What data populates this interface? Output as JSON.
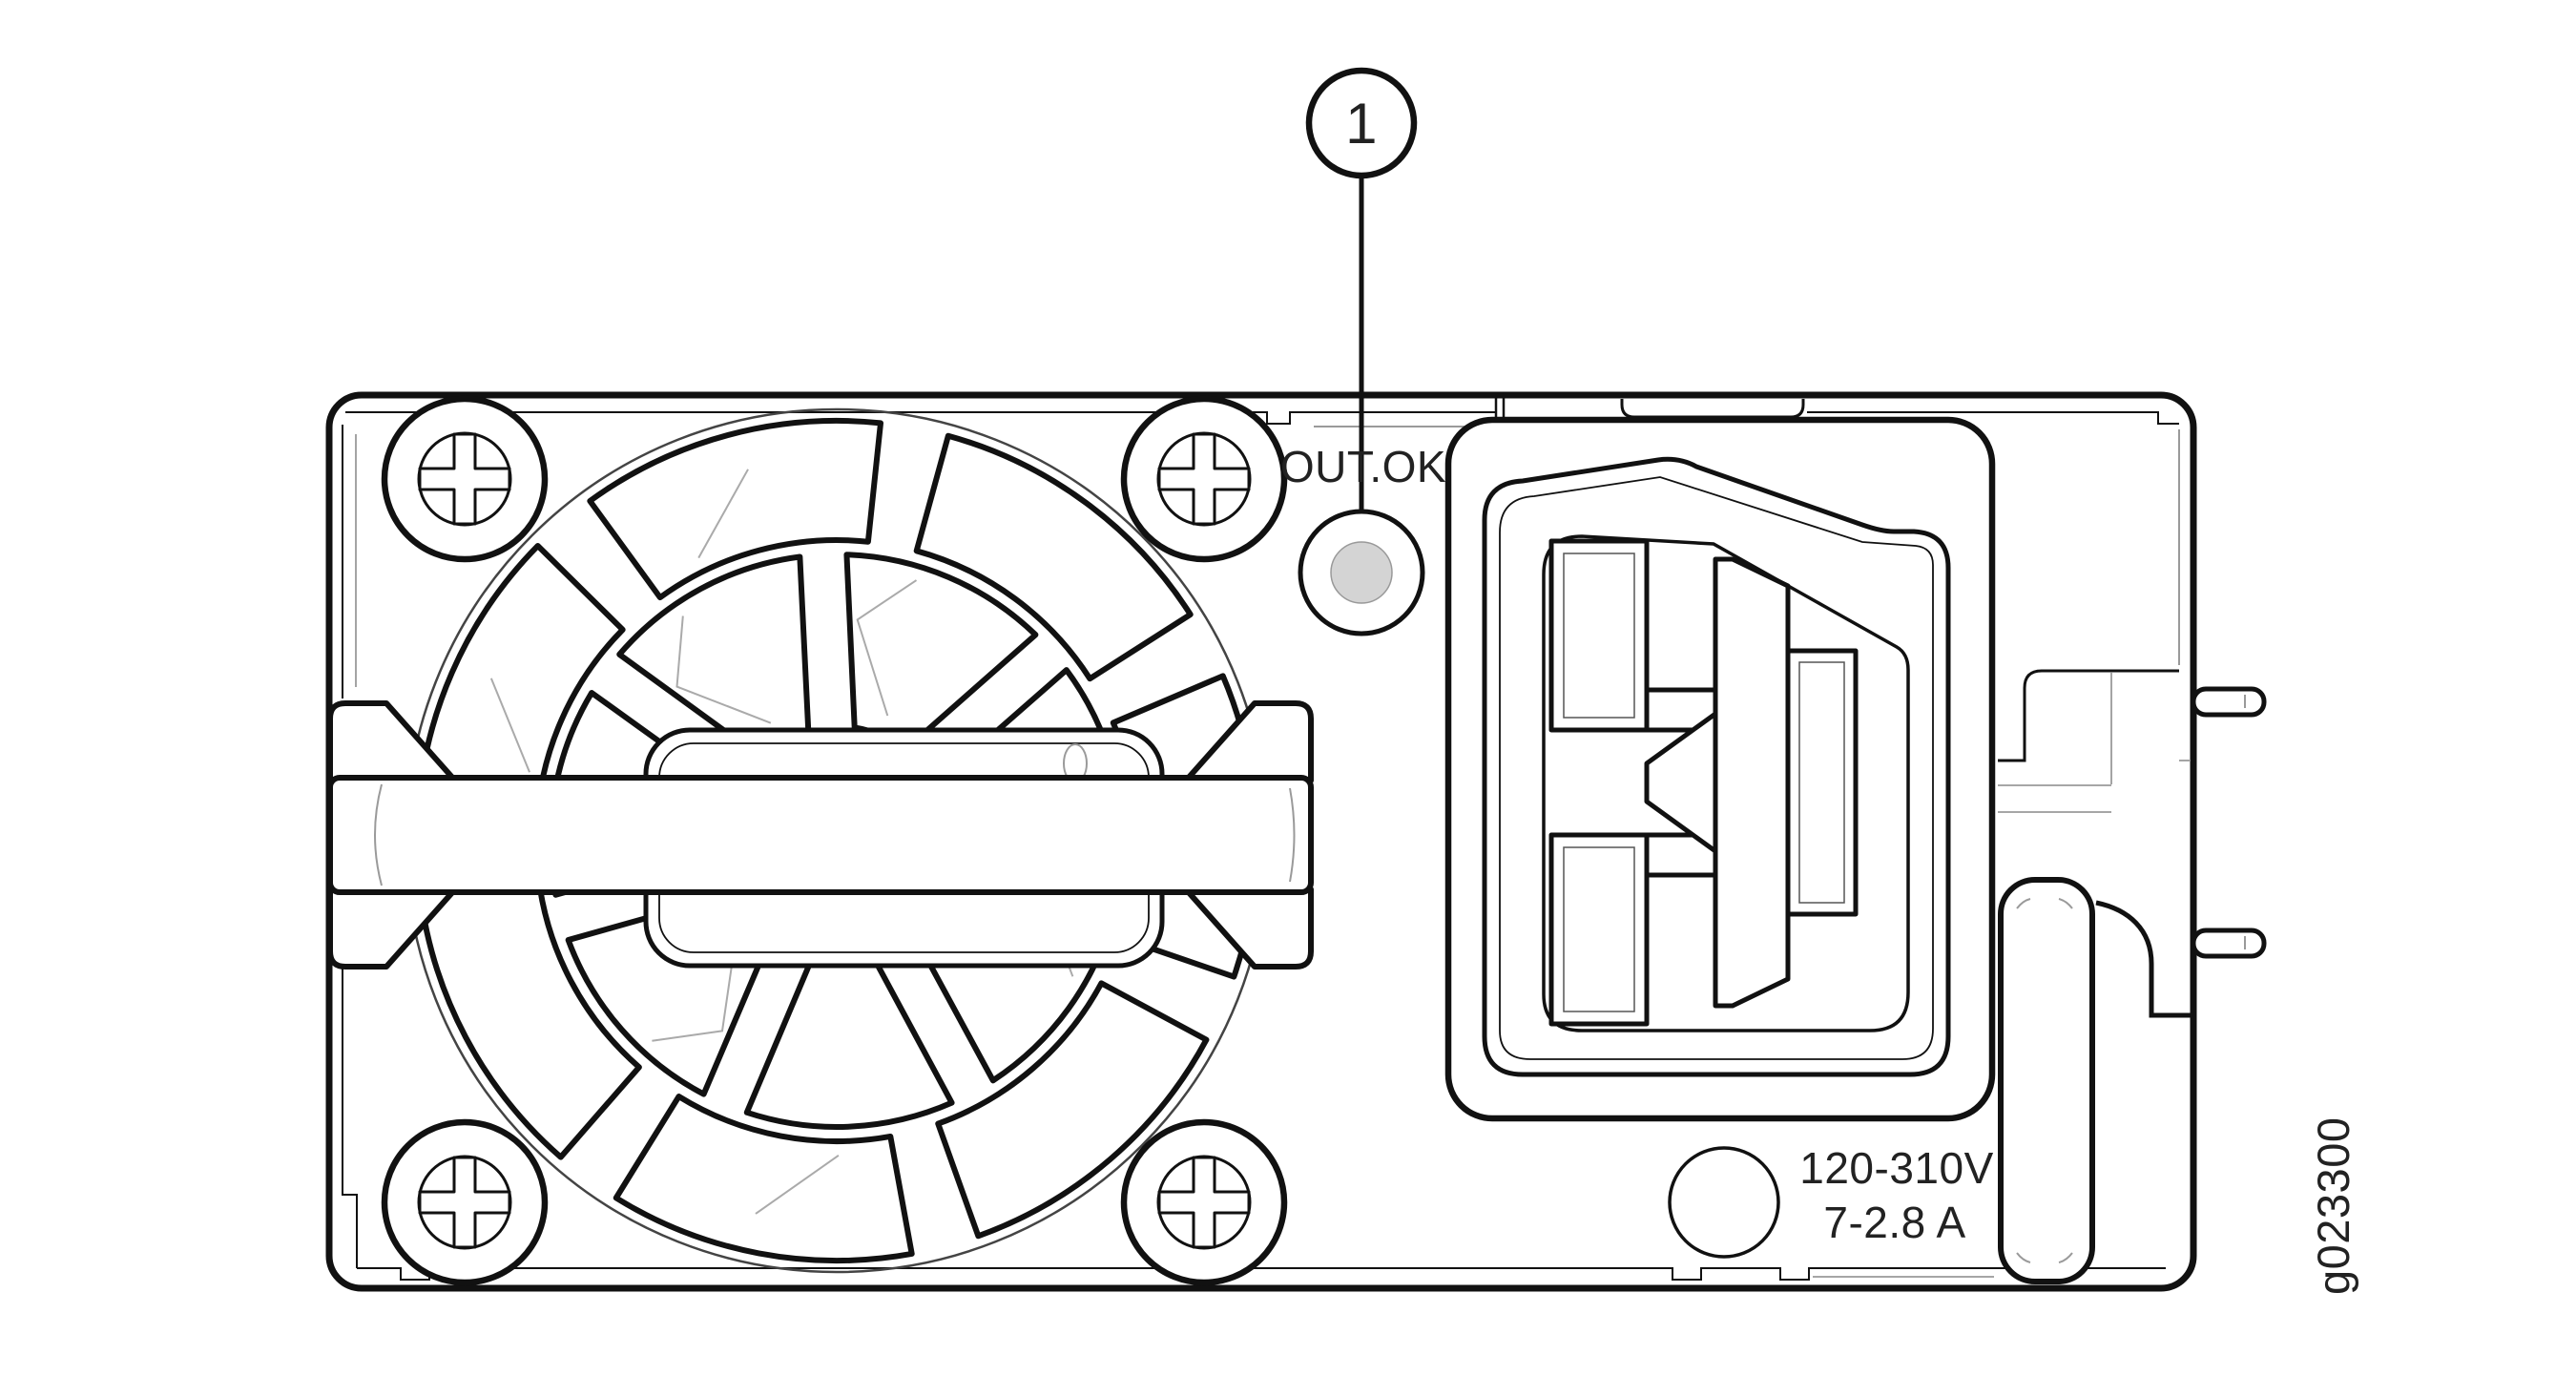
{
  "figure": {
    "callout_number": "1",
    "led_label": "OUT.OK",
    "rating_voltage": "120-310V",
    "rating_current": "7-2.8 A",
    "figure_id": "g023300"
  },
  "colors": {
    "line": "#111111",
    "line_soft": "#9a9a9a",
    "bevel": "#555555",
    "led_fill": "#d4d4d4",
    "text": "#222222",
    "background": "#ffffff"
  }
}
